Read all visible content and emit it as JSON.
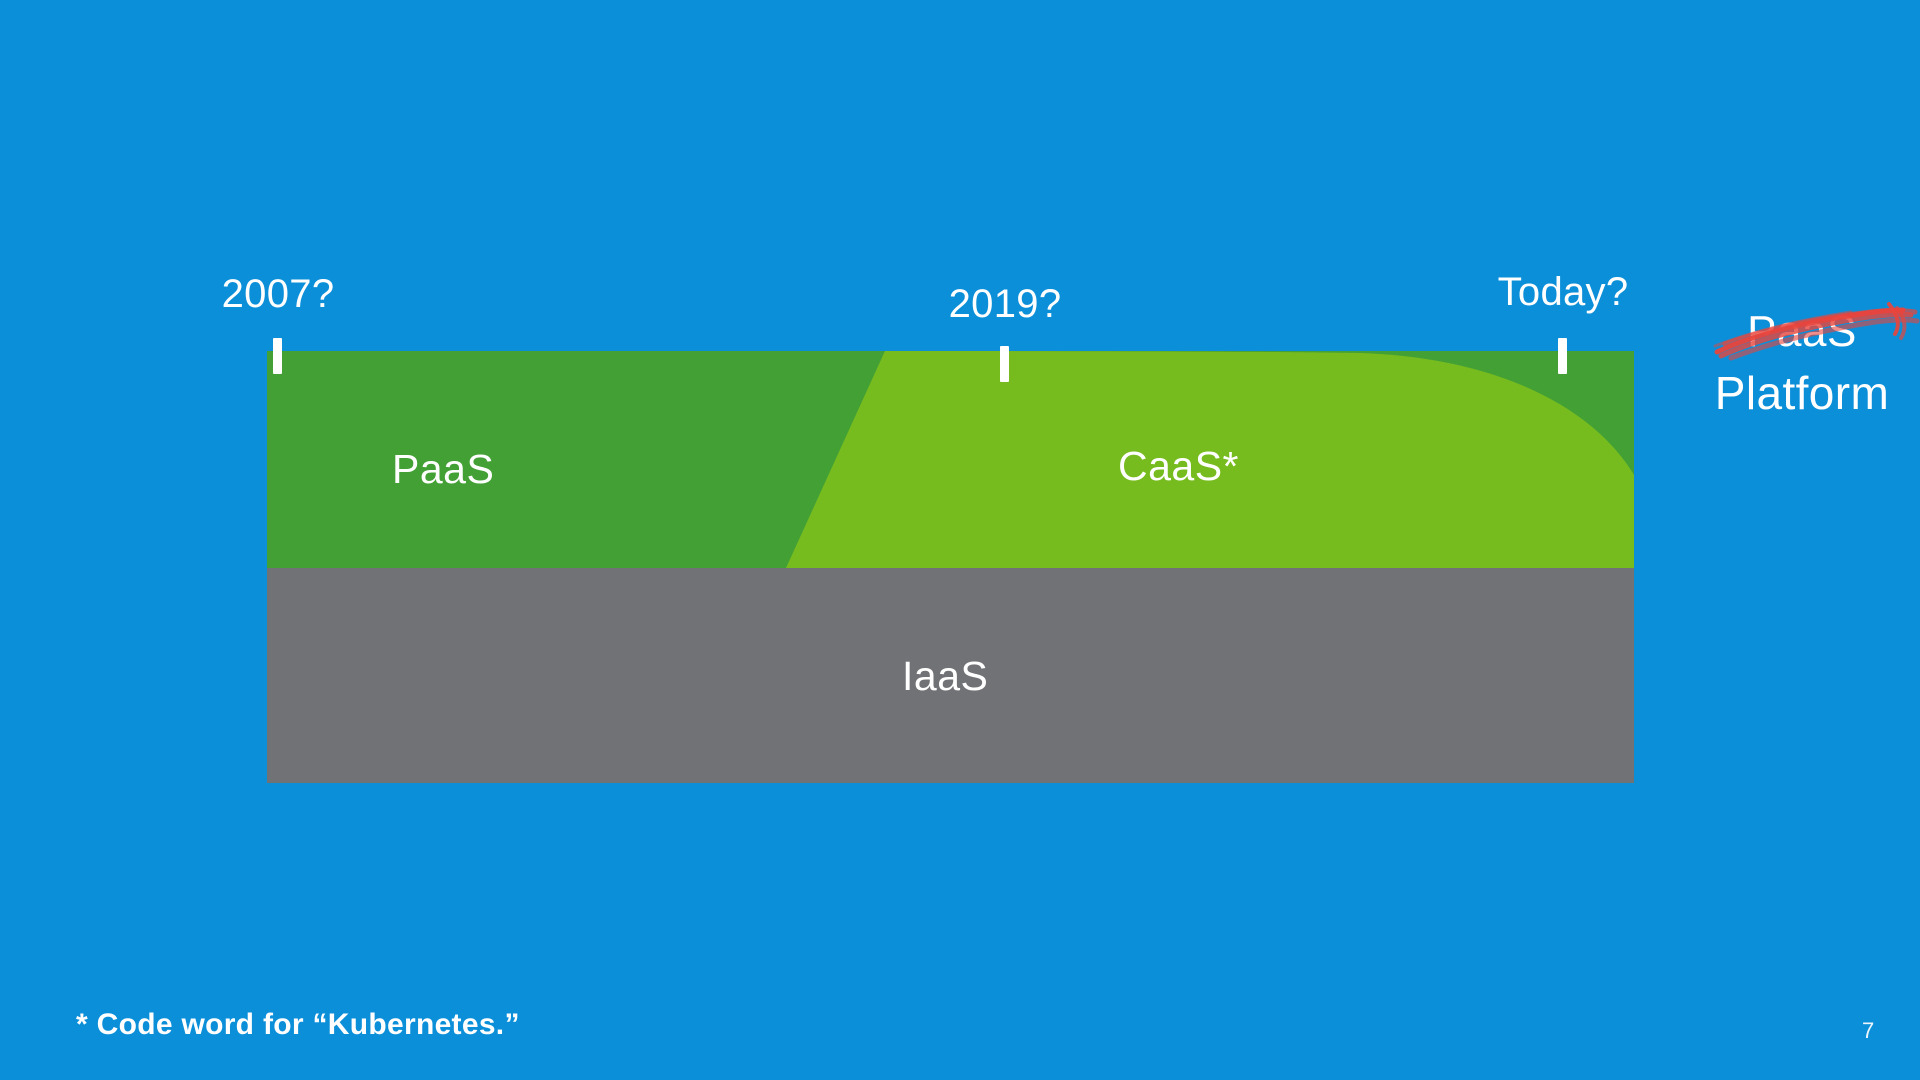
{
  "slide": {
    "background_color": "#0c8fd9",
    "page_number": "7",
    "footnote": "* Code word for “Kubernetes.”"
  },
  "timeline": {
    "ticks": [
      {
        "label": "2007?",
        "tick_icon": "tick-mark-icon"
      },
      {
        "label": "2019?",
        "tick_icon": "tick-mark-icon"
      },
      {
        "label": "Today?",
        "tick_icon": "tick-mark-icon"
      }
    ]
  },
  "annotation": {
    "struck_word": "PaaS",
    "replacement_word": "Platform",
    "strike_color": "#e8453c",
    "strike_icon": "scribble-strikethrough-icon"
  },
  "chart_data": {
    "type": "area",
    "title": "",
    "subtitle": "",
    "xlabel": "",
    "ylabel": "",
    "x": [
      "2007?",
      "2019?",
      "Today?"
    ],
    "x_positions_pct": [
      0.0,
      53.6,
      94.6
    ],
    "grid": false,
    "legend": "none",
    "stacked": true,
    "series": [
      {
        "name": "IaaS",
        "label": "IaaS",
        "color": "#717276",
        "description": "Constant full-width base layer spanning the entire timeline, occupying the lower half of the stack.",
        "band_top_pct": [
          50,
          50,
          50,
          50
        ],
        "band_bottom_pct": [
          100,
          100,
          100,
          100
        ]
      },
      {
        "name": "PaaS",
        "label": "PaaS",
        "color": "#43a035",
        "description": "Dark green upper layer. Full height from 2007 until about 2019, then shrinks rapidly as CaaS takes over, retaining only a thin sliver at Today.",
        "band_top_pct": [
          0,
          0,
          0,
          0
        ],
        "band_bottom_pct": [
          50,
          50,
          8,
          4
        ]
      },
      {
        "name": "CaaS*",
        "label": "CaaS*",
        "color": "#77bc1f",
        "description": "Light green layer that appears near 2019 and expands to dominate the upper half of the stack by Today.",
        "band_top_pct": [
          50,
          50,
          8,
          4
        ],
        "band_bottom_pct": [
          50,
          50,
          50,
          50
        ]
      }
    ],
    "annotations": [
      {
        "text": "PaaS",
        "series": "PaaS"
      },
      {
        "text": "CaaS*",
        "series": "CaaS*"
      },
      {
        "text": "IaaS",
        "series": "IaaS"
      }
    ],
    "colors": {
      "paas": "#43a035",
      "caas": "#77bc1f",
      "iaas": "#717276",
      "background": "#0c8fd9",
      "text": "#ffffff"
    }
  }
}
